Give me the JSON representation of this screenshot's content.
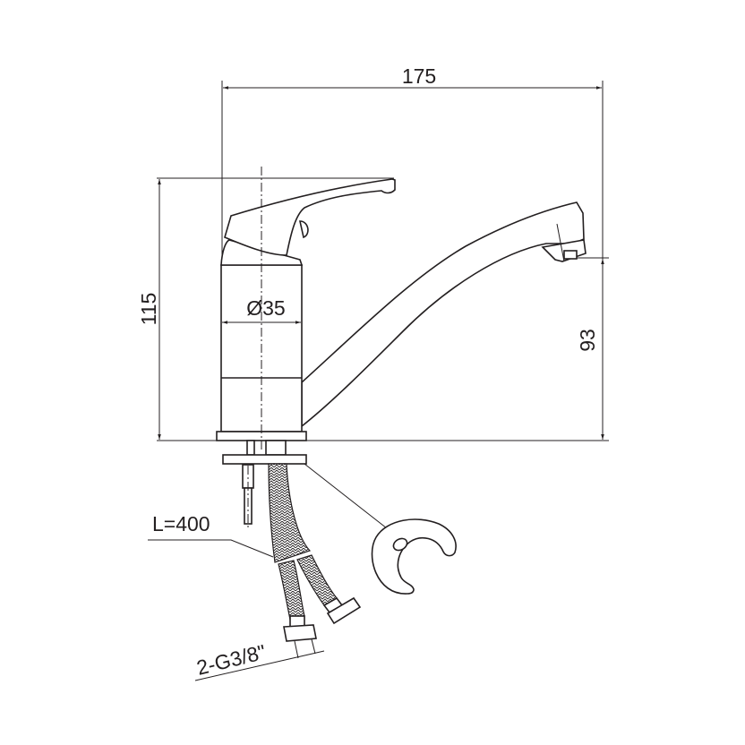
{
  "drawing": {
    "title": "Single-lever faucet dimension drawing",
    "dimensions": {
      "overall_width": "175",
      "overall_height": "115",
      "body_diameter": "Ø35",
      "spout_height": "93",
      "hose_length": "L=400",
      "connection": "2-G3/8\""
    },
    "line_color": "#231f20"
  }
}
